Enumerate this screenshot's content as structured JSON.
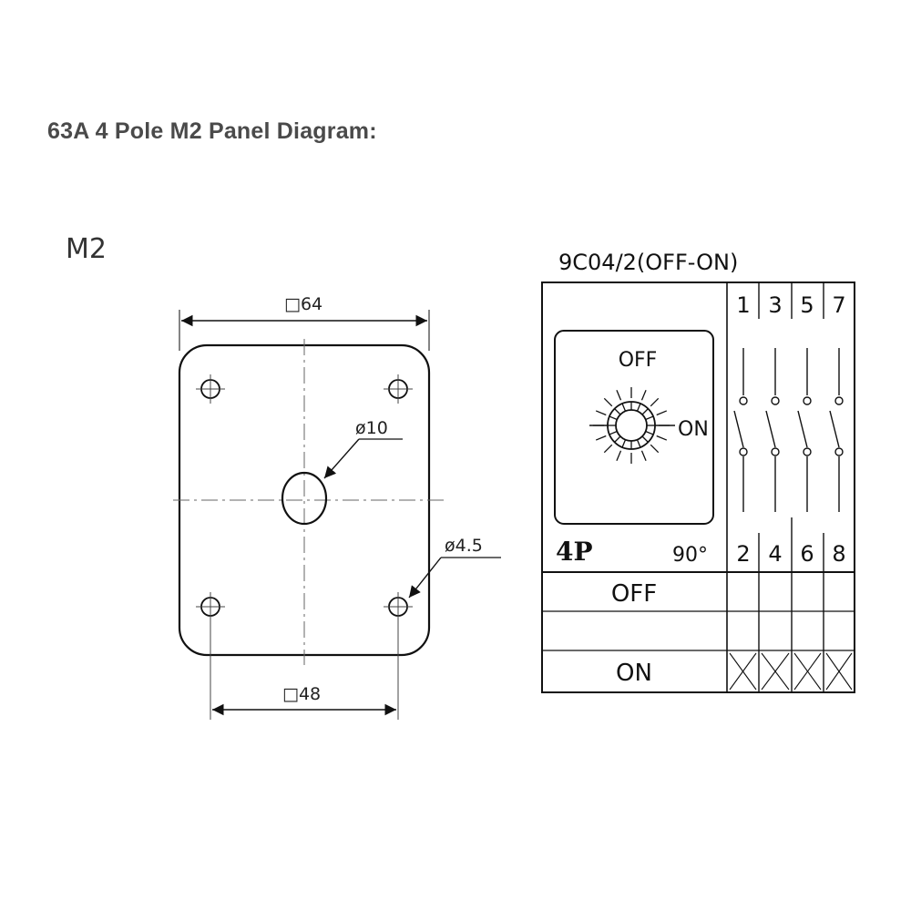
{
  "heading": "63A 4 Pole M2 Panel Diagram:",
  "panel": {
    "model": "M2",
    "outer_size": "□64",
    "mount_spacing": "□48",
    "shaft_hole": "ø10",
    "mount_hole": "ø4.5"
  },
  "switch": {
    "code": "9C04/2(OFF-ON)",
    "dial_off": "OFF",
    "dial_on": "ON",
    "poles": "4P",
    "angle": "90°",
    "terminals_top": [
      "1",
      "3",
      "5",
      "7"
    ],
    "terminals_bottom": [
      "2",
      "4",
      "6",
      "8"
    ],
    "positions": [
      {
        "label": "OFF",
        "closed": [
          false,
          false,
          false,
          false
        ]
      },
      {
        "label": "",
        "closed": [
          false,
          false,
          false,
          false
        ]
      },
      {
        "label": "ON",
        "closed": [
          true,
          true,
          true,
          true
        ]
      }
    ]
  },
  "colors": {
    "line": "#111111",
    "heading": "#4a4a4a"
  }
}
